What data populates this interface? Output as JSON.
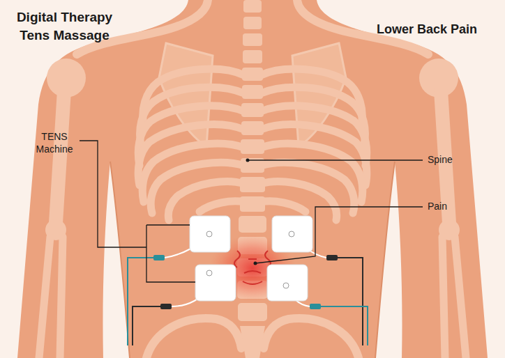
{
  "diagram": {
    "title": "Digital Therapy Tens Massage",
    "labels": [
      "Lower Back Pain",
      "TENS Machine",
      "Spine",
      "Pain"
    ]
  }
}
